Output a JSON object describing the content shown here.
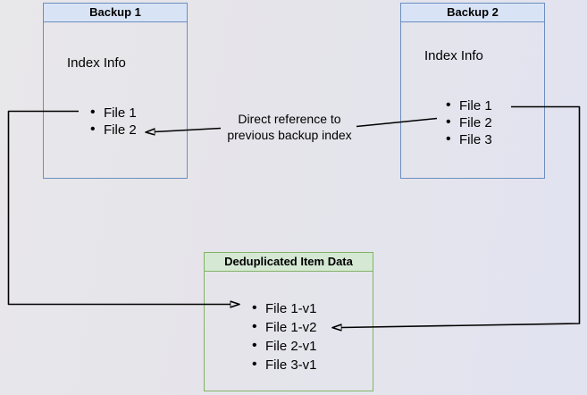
{
  "backup1": {
    "title": "Backup 1",
    "subtitle": "Index Info",
    "items": [
      "File 1",
      "File 2"
    ]
  },
  "backup2": {
    "title": "Backup 2",
    "subtitle": "Index Info",
    "items": [
      "File 1",
      "File 2",
      "File 3"
    ]
  },
  "dedup": {
    "title": "Deduplicated Item Data",
    "items": [
      "File 1-v1",
      "File 1-v2",
      "File 2-v1",
      "File 3-v1"
    ]
  },
  "annotation": {
    "line1": "Direct reference to",
    "line2": "previous backup index"
  },
  "colors": {
    "blue_fill": "#d8e4f6",
    "blue_stroke": "#6c8ebf",
    "green_fill": "#d5e8d4",
    "green_stroke": "#82b366",
    "arrow": "#000000",
    "background_left": "#e8e7ea",
    "background_right": "#e2e3f1"
  }
}
